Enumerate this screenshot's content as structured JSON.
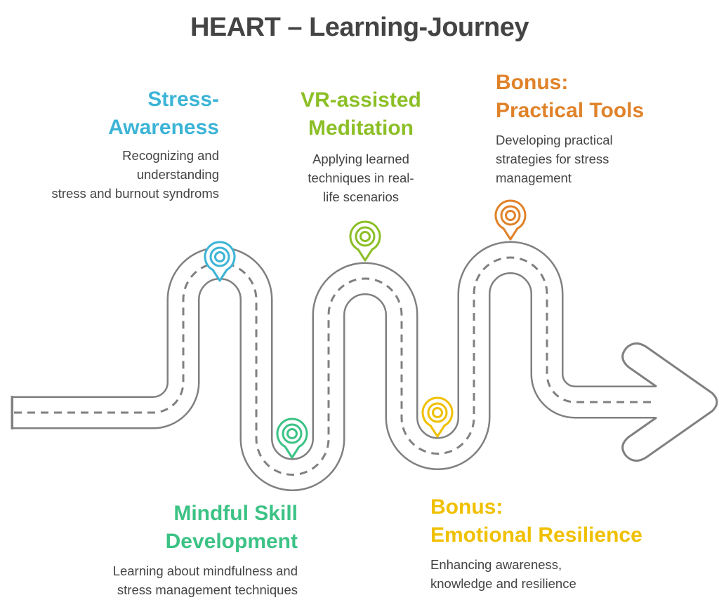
{
  "title": "HEART – Learning-Journey",
  "colors": {
    "road": "#808080",
    "text": "#444444"
  },
  "steps": [
    {
      "heading": [
        "Stress-",
        "Awareness"
      ],
      "body": [
        "Recognizing and",
        "understanding",
        "stress and burnout syndroms"
      ],
      "color": "#3cb4d6",
      "position": "top"
    },
    {
      "heading": [
        "Mindful Skill",
        "Development"
      ],
      "body": [
        "Learning about mindfulness and",
        "stress management techniques"
      ],
      "color": "#3cc285",
      "position": "bottom"
    },
    {
      "heading": [
        "VR-assisted",
        "Meditation"
      ],
      "body": [
        "Applying learned",
        "techniques in real-",
        "life scenarios"
      ],
      "color": "#8cbf26",
      "position": "top"
    },
    {
      "heading": [
        "Bonus:",
        "Emotional Resilience"
      ],
      "body": [
        "Enhancing awareness,",
        "knowledge and resilience"
      ],
      "color": "#f0c000",
      "position": "bottom"
    },
    {
      "heading": [
        "Bonus:",
        "Practical Tools"
      ],
      "body": [
        "Developing practical",
        "strategies for stress",
        "management"
      ],
      "color": "#e0822a",
      "position": "top"
    }
  ]
}
